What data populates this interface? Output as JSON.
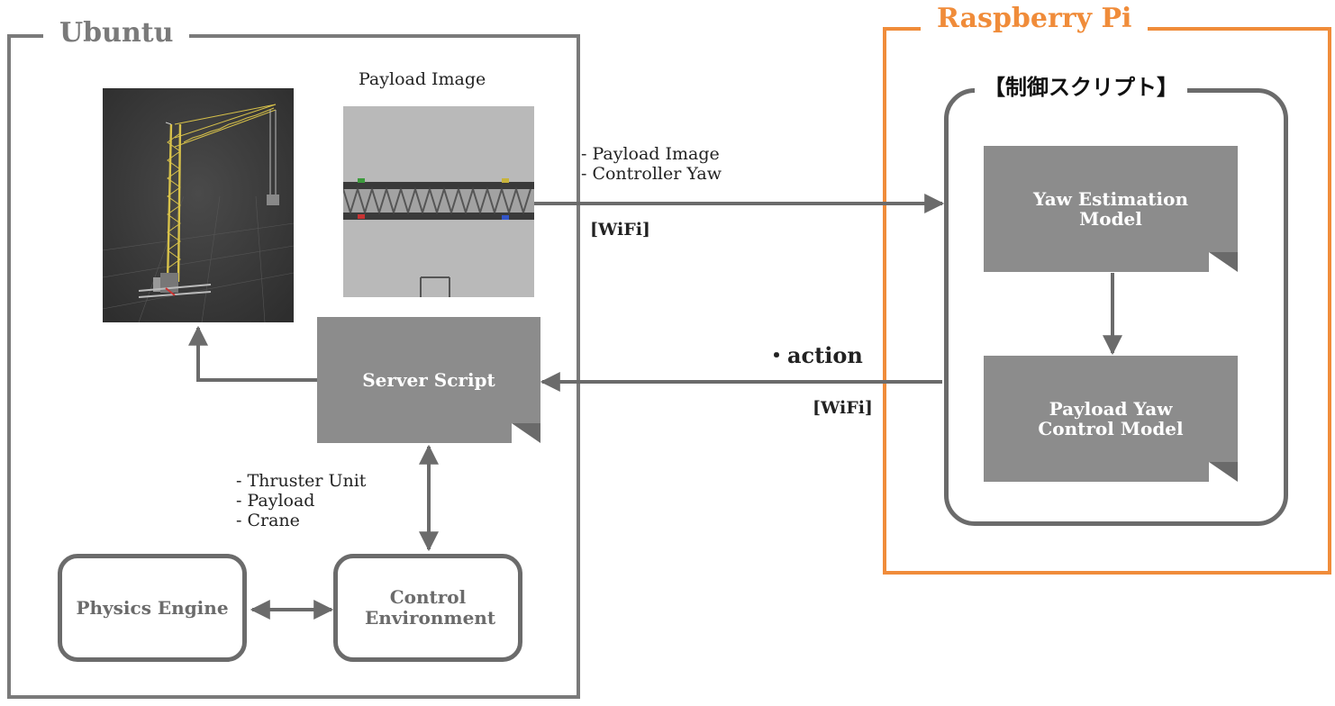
{
  "ubuntu": {
    "title": "Ubuntu",
    "payload_image_caption": "Payload Image",
    "server_script": "Server Script",
    "physics_engine": "Physics Engine",
    "control_environment": "Control Environment",
    "thruster_labels": [
      "- Thruster Unit",
      "- Payload",
      "- Crane"
    ]
  },
  "raspberry": {
    "title": "Raspberry Pi",
    "control_script": "【制御スクリプト】",
    "yaw_estimation": "Yaw Estimation Model",
    "payload_yaw_control": "Payload Yaw Control Model"
  },
  "links": {
    "to_pi_labels": [
      "- Payload Image",
      "- Controller Yaw"
    ],
    "to_pi_channel": "[WiFi]",
    "to_server_label": "・action",
    "to_server_channel": "[WiFi]"
  },
  "colors": {
    "gray_line": "#6b6b6b",
    "orange": "#f08c3a",
    "doc_fill": "#8c8c8c"
  }
}
